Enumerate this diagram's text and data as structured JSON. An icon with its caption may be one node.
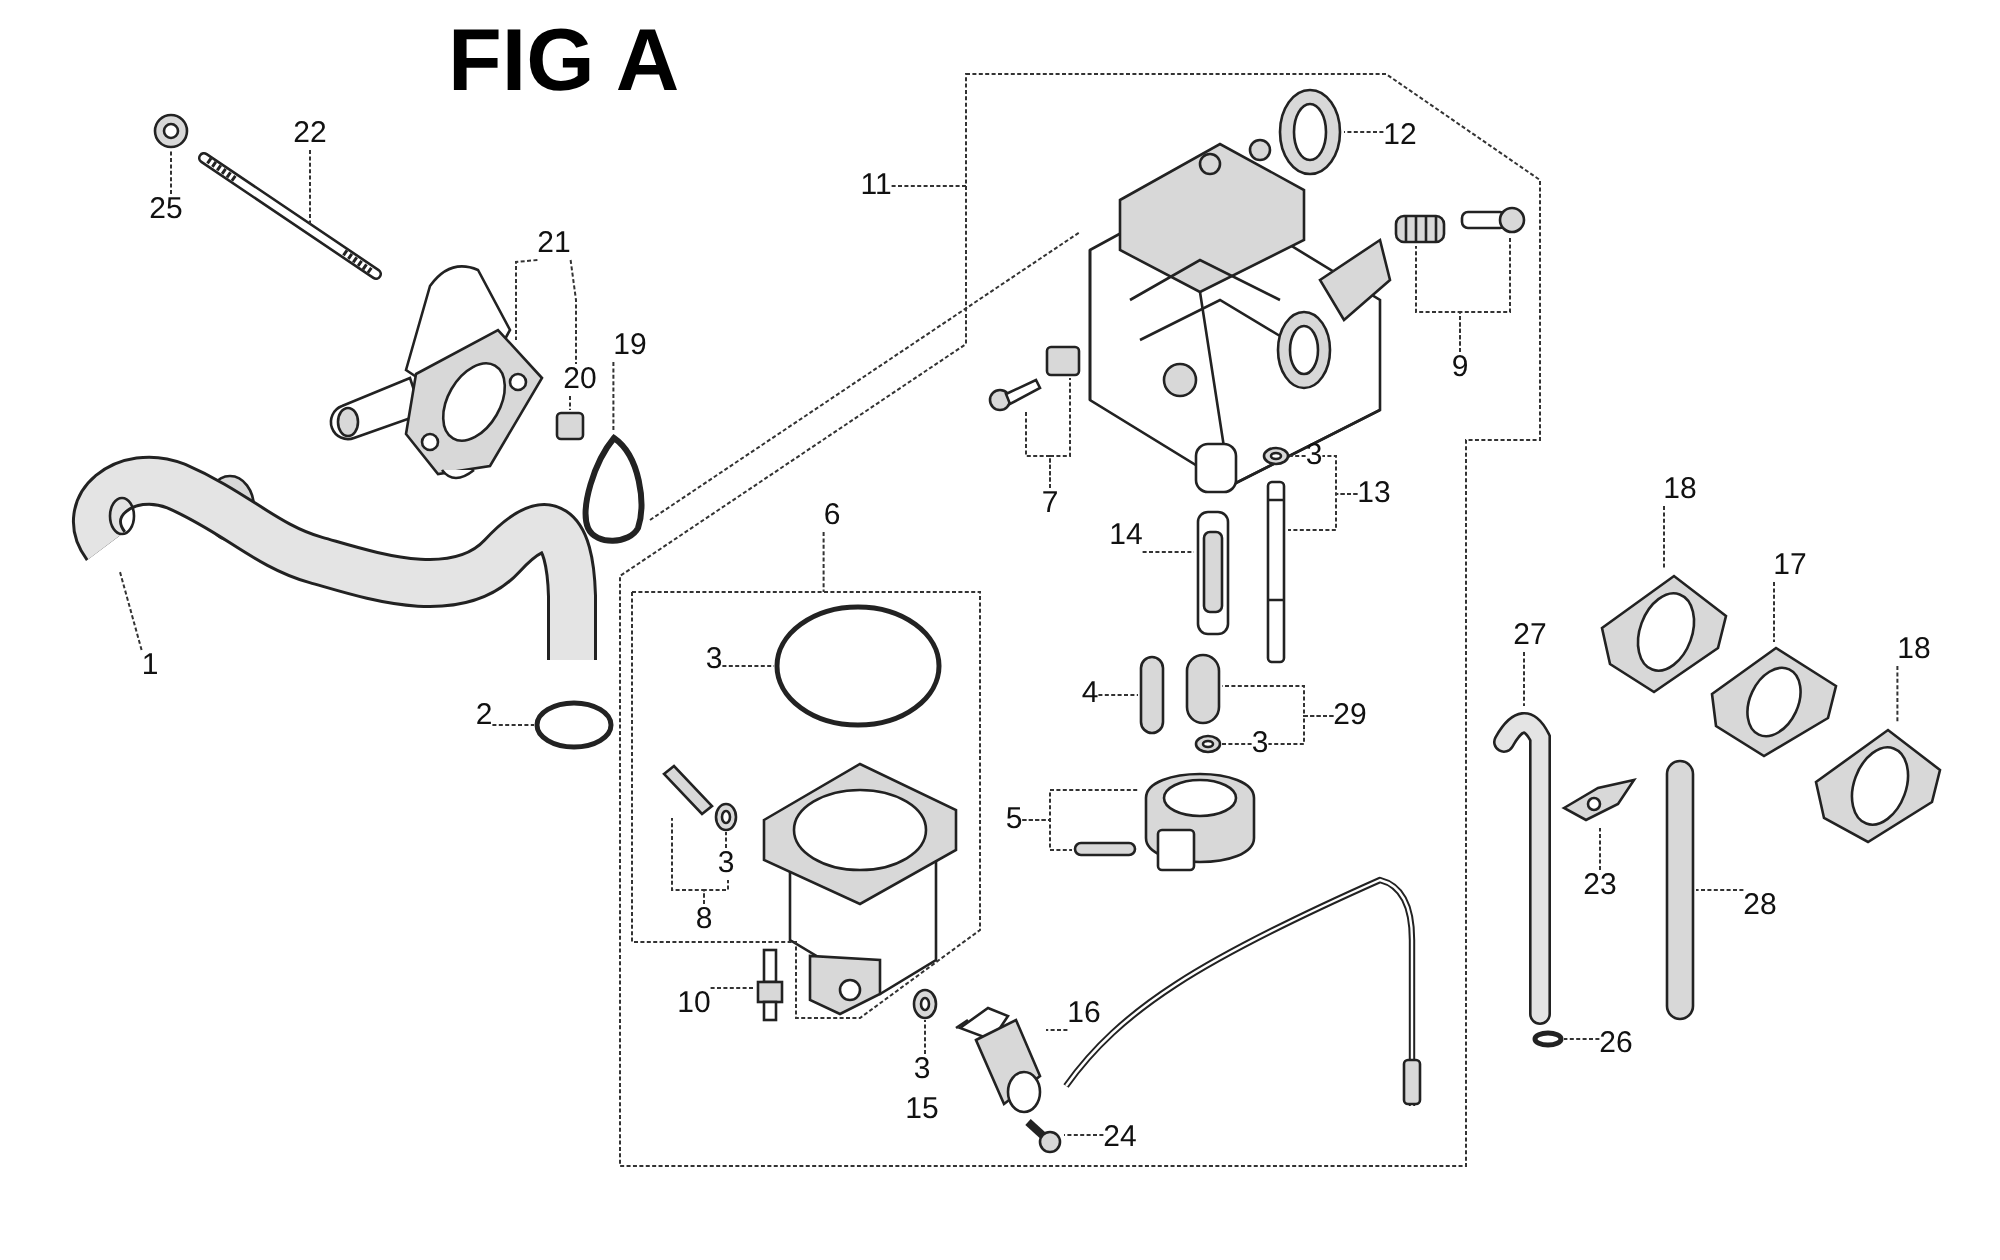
{
  "diagram": {
    "title": "FIG A",
    "nodes": [
      {
        "text": [],
        "shape": "box"
      },
      {
        "text": [],
        "shape": "box",
        "in": 0
      },
      {
        "text": [
          "25"
        ]
      },
      {
        "text": [],
        "shape": "picture"
      },
      {
        "text": [
          "22"
        ]
      },
      {
        "text": [],
        "shape": "picture"
      },
      {
        "text": [
          "21"
        ]
      },
      {
        "text": [],
        "shape": "picture"
      },
      {
        "text": [
          "20"
        ]
      },
      {
        "text": [],
        "shape": "box"
      },
      {
        "text": [
          "19"
        ]
      },
      {
        "text": [],
        "shape": "picture"
      },
      {
        "text": [
          "1"
        ]
      },
      {
        "text": [],
        "shape": "picture"
      },
      {
        "text": [
          "2"
        ]
      },
      {
        "text": [],
        "shape": "circle"
      },
      {
        "text": [
          "11"
        ]
      },
      {
        "text": [
          "12"
        ],
        "in": 0
      },
      {
        "text": [],
        "shape": "picture",
        "in": 0
      },
      {
        "text": [
          "9"
        ],
        "in": 0
      },
      {
        "text": [],
        "shape": "picture",
        "in": 0
      },
      {
        "text": [],
        "shape": "picture",
        "in": 0
      },
      {
        "text": [
          "7"
        ],
        "in": 0
      },
      {
        "text": [],
        "shape": "picture",
        "in": 0
      },
      {
        "text": [],
        "shape": "box",
        "in": 0
      },
      {
        "text": [
          "3"
        ],
        "in": 0
      },
      {
        "text": [],
        "shape": "picture",
        "in": 0
      },
      {
        "text": [
          "13"
        ],
        "in": 0
      },
      {
        "text": [],
        "shape": "picture",
        "in": 0
      },
      {
        "text": [
          "14"
        ],
        "in": 0
      },
      {
        "text": [],
        "shape": "picture",
        "in": 0
      },
      {
        "text": [
          "6"
        ],
        "in": 0
      },
      {
        "text": [
          "3"
        ],
        "in": 1
      },
      {
        "text": [],
        "shape": "circle",
        "in": 1
      },
      {
        "text": [],
        "shape": "picture",
        "in": 1
      },
      {
        "text": [],
        "shape": "picture",
        "in": 1
      },
      {
        "text": [
          "3"
        ],
        "in": 1
      },
      {
        "text": [
          "8"
        ],
        "in": 1
      },
      {
        "text": [
          "4"
        ],
        "in": 0
      },
      {
        "text": [],
        "shape": "bar",
        "in": 0
      },
      {
        "text": [
          "29"
        ],
        "in": 0
      },
      {
        "text": [],
        "shape": "bar",
        "in": 0
      },
      {
        "text": [],
        "shape": "picture",
        "in": 0
      },
      {
        "text": [
          "3"
        ],
        "in": 0
      },
      {
        "text": [
          "5"
        ],
        "in": 0
      },
      {
        "text": [],
        "shape": "picture",
        "in": 0
      },
      {
        "text": [],
        "shape": "bar",
        "in": 0
      },
      {
        "text": [
          "10"
        ],
        "in": 0
      },
      {
        "text": [],
        "shape": "picture",
        "in": 0
      },
      {
        "text": [],
        "shape": "picture",
        "in": 0
      },
      {
        "text": [
          "3"
        ],
        "in": 0
      },
      {
        "text": [
          "16"
        ],
        "in": 0
      },
      {
        "text": [],
        "shape": "picture",
        "in": 0
      },
      {
        "text": [
          "24"
        ],
        "in": 0
      },
      {
        "text": [],
        "shape": "picture",
        "in": 0
      },
      {
        "text": [
          "18"
        ]
      },
      {
        "text": [],
        "shape": "picture"
      },
      {
        "text": [
          "17"
        ]
      },
      {
        "text": [],
        "shape": "picture"
      },
      {
        "text": [
          "18"
        ]
      },
      {
        "text": [],
        "shape": "picture"
      },
      {
        "text": [
          "27"
        ]
      },
      {
        "text": [],
        "shape": "picture"
      },
      {
        "text": [
          "23"
        ]
      },
      {
        "text": [],
        "shape": "picture"
      },
      {
        "text": [
          "28"
        ]
      },
      {
        "text": [],
        "shape": "bar"
      },
      {
        "text": [
          "26"
        ]
      },
      {
        "text": [],
        "shape": "circle"
      }
    ],
    "edges": [
      {
        "from": 2,
        "to": 3,
        "arrow": "none"
      },
      {
        "from": 4,
        "to": 5,
        "arrow": "none"
      },
      {
        "from": 6,
        "to": 7,
        "arrow": "none"
      },
      {
        "from": 6,
        "to": 8,
        "arrow": "none"
      },
      {
        "from": 8,
        "to": 9,
        "arrow": "none"
      },
      {
        "from": 10,
        "to": 11,
        "arrow": "none"
      },
      {
        "from": 12,
        "to": 13,
        "arrow": "none"
      },
      {
        "from": 14,
        "to": 15,
        "arrow": "none"
      },
      {
        "from": 16,
        "to": 0,
        "arrow": "none"
      },
      {
        "from": 17,
        "to": 18,
        "arrow": "none"
      },
      {
        "from": 19,
        "to": 20,
        "arrow": "none"
      },
      {
        "from": 19,
        "to": 21,
        "arrow": "none"
      },
      {
        "from": 22,
        "to": 23,
        "arrow": "none"
      },
      {
        "from": 22,
        "to": 24,
        "arrow": "none"
      },
      {
        "from": 25,
        "to": 26,
        "arrow": "none"
      },
      {
        "from": 27,
        "to": 28,
        "arrow": "none"
      },
      {
        "from": 27,
        "to": 25,
        "arrow": "none"
      },
      {
        "from": 29,
        "to": 30,
        "arrow": "none"
      },
      {
        "from": 31,
        "to": 1,
        "arrow": "none"
      },
      {
        "from": 32,
        "to": 33,
        "arrow": "none"
      },
      {
        "from": 37,
        "to": 34,
        "arrow": "none"
      },
      {
        "from": 37,
        "to": 36,
        "arrow": "none"
      },
      {
        "from": 36,
        "to": 35,
        "arrow": "none"
      },
      {
        "from": 38,
        "to": 39,
        "arrow": "none"
      },
      {
        "from": 40,
        "to": 41,
        "arrow": "none"
      },
      {
        "from": 40,
        "to": 43,
        "arrow": "none"
      },
      {
        "from": 43,
        "to": 42,
        "arrow": "none"
      },
      {
        "from": 44,
        "to": 45,
        "arrow": "none"
      },
      {
        "from": 44,
        "to": 46,
        "arrow": "none"
      },
      {
        "from": 47,
        "to": 48,
        "arrow": "none"
      },
      {
        "from": 50,
        "to": 49,
        "arrow": "none"
      },
      {
        "from": 51,
        "to": 52,
        "arrow": "none"
      },
      {
        "from": 53,
        "to": 54,
        "arrow": "none"
      },
      {
        "from": 55,
        "to": 56,
        "arrow": "none"
      },
      {
        "from": 57,
        "to": 58,
        "arrow": "none"
      },
      {
        "from": 59,
        "to": 60,
        "arrow": "none"
      },
      {
        "from": 61,
        "to": 62,
        "arrow": "none"
      },
      {
        "from": 63,
        "to": 64,
        "arrow": "none"
      },
      {
        "from": 65,
        "to": 66,
        "arrow": "none"
      },
      {
        "from": 67,
        "to": 68,
        "arrow": "none"
      }
    ],
    "labels": [
      "15"
    ]
  }
}
